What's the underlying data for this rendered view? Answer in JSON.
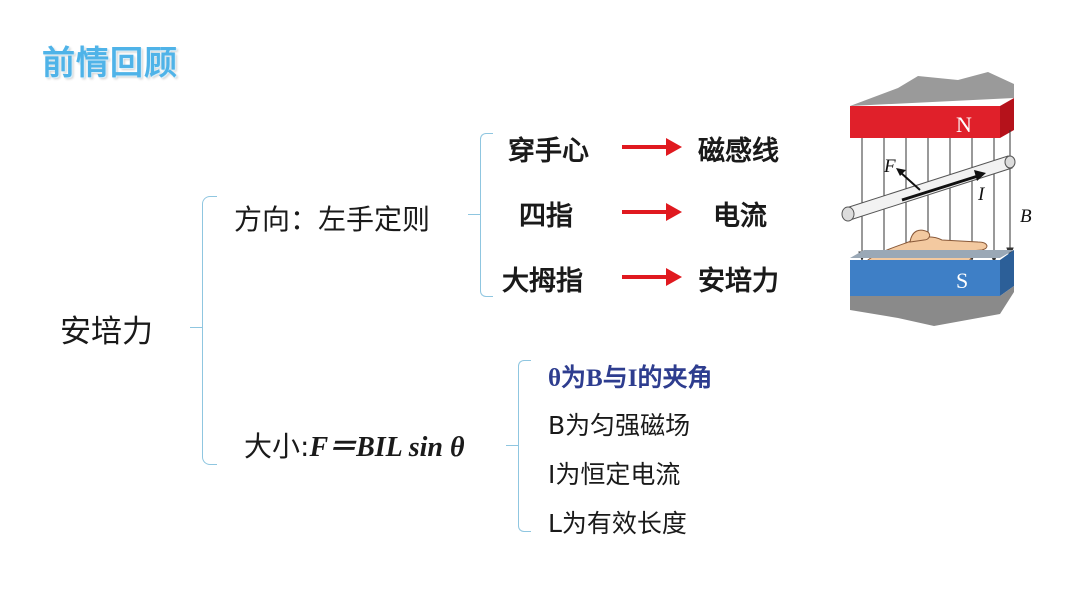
{
  "title": "前情回顾",
  "root": "安培力",
  "direction": {
    "label": "方向：左手定则",
    "rows": [
      {
        "left": "穿手心",
        "right": "磁感线"
      },
      {
        "left": "四指",
        "right": "电流"
      },
      {
        "left": "大拇指",
        "right": "安培力"
      }
    ],
    "arrow_color": "#e0191f"
  },
  "magnitude": {
    "prefix": "大小:",
    "formula": "F＝BIL sin θ",
    "notes": [
      "θ为B与I的夹角",
      "B为匀强磁场",
      "I为恒定电流",
      "L为有效长度"
    ]
  },
  "figure": {
    "n_label": "N",
    "s_label": "S",
    "f_label": "F",
    "i_label": "I",
    "b_label": "B",
    "n_color": "#e0202a",
    "s_color": "#3e7fc6"
  }
}
